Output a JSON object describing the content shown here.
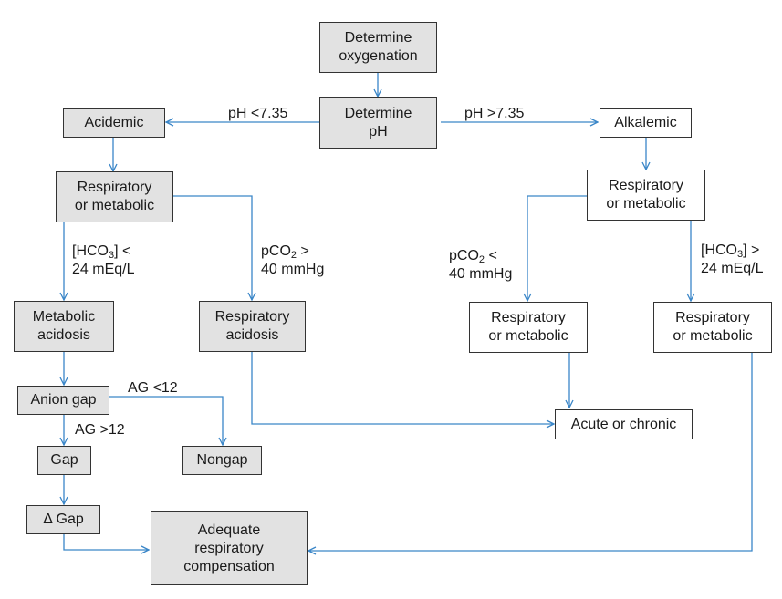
{
  "boxes": {
    "determine_oxygenation": "Determine\noxygenation",
    "determine_ph": "Determine\npH",
    "acidemic": "Acidemic",
    "alkalemic": "Alkalemic",
    "resp_or_metabolic_left": "Respiratory\nor metabolic",
    "resp_or_metabolic_right": "Respiratory\nor metabolic",
    "metabolic_acidosis": "Metabolic\nacidosis",
    "respiratory_acidosis": "Respiratory\nacidosis",
    "resp_or_metabolic_alk_a": "Respiratory\nor metabolic",
    "resp_or_metabolic_alk_b": "Respiratory\nor metabolic",
    "anion_gap": "Anion gap",
    "gap": "Gap",
    "nongap": "Nongap",
    "delta_gap": "Δ Gap",
    "acute_or_chronic": "Acute or chronic",
    "adequate_comp": "Adequate\nrespiratory\ncompensation"
  },
  "labels": {
    "ph_low": "pH <7.35",
    "ph_high": "pH >7.35",
    "hco3_low_a": "[HCO",
    "hco3_low_sub": "3",
    "hco3_low_b": "] <",
    "hco3_low_c": "24 mEq/L",
    "pco2_high_a": "pCO",
    "pco2_high_sub": "2",
    "pco2_high_b": " >",
    "pco2_high_c": "40 mmHg",
    "pco2_low_a": "pCO",
    "pco2_low_sub": "2",
    "pco2_low_b": " <",
    "pco2_low_c": "40 mmHg",
    "hco3_high_a": "[HCO",
    "hco3_high_sub": "3",
    "hco3_high_b": "] >",
    "hco3_high_c": "24 mEq/L",
    "ag_low": "AG <12",
    "ag_high": "AG >12"
  },
  "colors": {
    "arrow": "#3a86c8",
    "box_fill": "#e2e2e2",
    "border": "#333333"
  }
}
